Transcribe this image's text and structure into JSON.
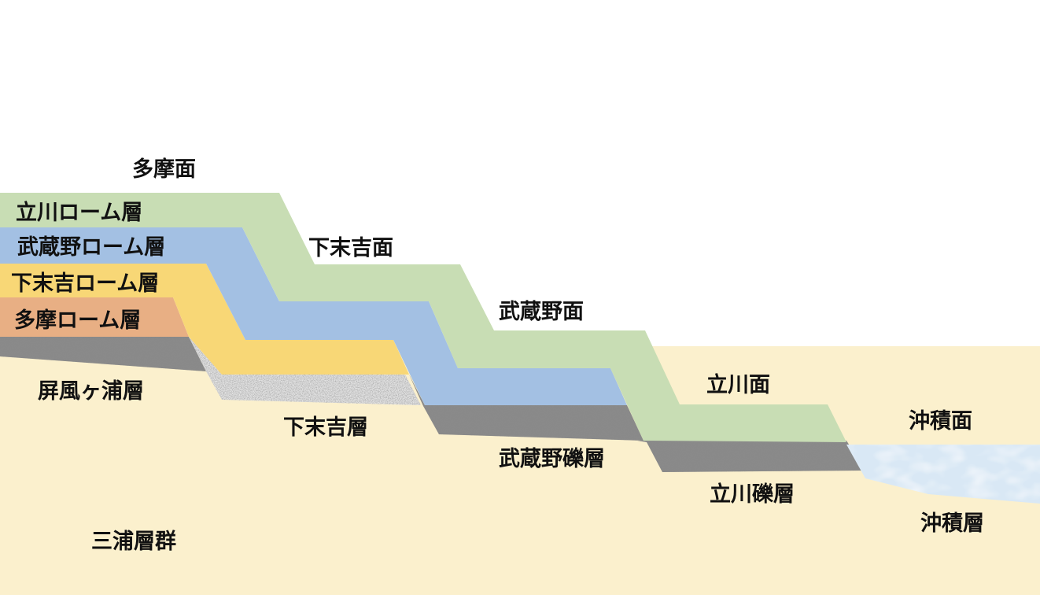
{
  "colors": {
    "background": "#ffffff",
    "miura_group": "#fbf0cd",
    "tachikawa_loam": "#c8ddb4",
    "musashino_loam": "#a3c0e3",
    "shimosueyoshi_loam": "#f8d776",
    "tama_loam": "#e8af84",
    "gravel": "#8a8a8a",
    "light_gravel": "#e4e4e4",
    "alluvium": "#d9e8f5"
  },
  "labels": {
    "tama_surface": "多摩面",
    "shimosueyoshi_surface": "下末吉面",
    "musashino_surface": "武蔵野面",
    "tachikawa_surface": "立川面",
    "alluvial_surface": "沖積面",
    "tachikawa_loam": "立川ローム層",
    "musashino_loam": "武蔵野ローム層",
    "shimosueyoshi_loam": "下末吉ローム層",
    "tama_loam": "多摩ローム層",
    "byobugaura": "屏風ヶ浦層",
    "shimosueyoshi_layer": "下末吉層",
    "musashino_gravel": "武蔵野礫層",
    "tachikawa_gravel": "立川礫層",
    "alluvium_layer": "沖積層",
    "miura_group": "三浦層群"
  }
}
